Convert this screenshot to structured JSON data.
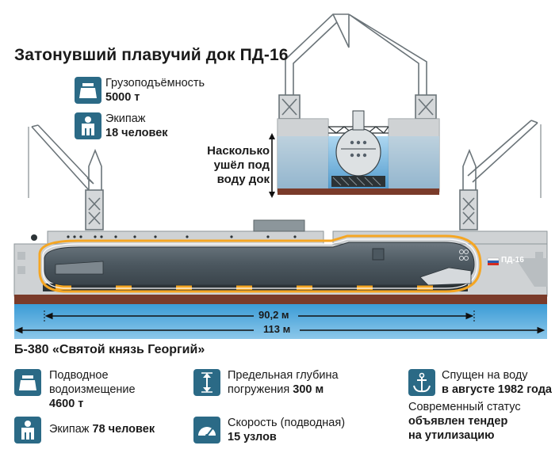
{
  "title": "Затонувший плавучий док ПД-16",
  "dock": {
    "capacity": {
      "label": "Грузоподъёмность",
      "value": "5000 т",
      "icon": "weight-icon"
    },
    "crew": {
      "label": "Экипаж",
      "value": "18 человек",
      "icon": "person-icon"
    },
    "depth_note": [
      "Насколько",
      "ушёл под",
      "воду док"
    ],
    "name_on_hull": "ПД-16",
    "dock_length": "113 м",
    "sub_length": "90,2 м"
  },
  "submarine": {
    "title": "Б-380 «Святой князь Георгий»",
    "displacement": {
      "label": [
        "Подводное",
        "водоизмещение"
      ],
      "value": "4600 т",
      "icon": "weight-icon"
    },
    "crew": {
      "label": "Экипаж",
      "value": "78 человек",
      "icon": "person-icon"
    },
    "max_depth": {
      "label": [
        "Предельная глубина",
        "погружения"
      ],
      "value": "300 м",
      "icon": "depth-arrow-icon"
    },
    "speed": {
      "label": "Скорость (подводная)",
      "value": "15 узлов",
      "icon": "speedometer-icon"
    },
    "launched": {
      "label": "Спущен на воду",
      "value": "в августе 1982 года",
      "icon": "anchor-icon"
    },
    "status": {
      "label": "Современный статус",
      "value": [
        "объявлен тендер",
        "на утилизацию"
      ]
    }
  },
  "colors": {
    "icon_bg": "#2b6a86",
    "dock_grey": "#cfd2d4",
    "hull_dark": "#5f6a72",
    "water": "#2a8bc7",
    "rust": "#7a3b2a",
    "highlight": "#f5a623"
  }
}
